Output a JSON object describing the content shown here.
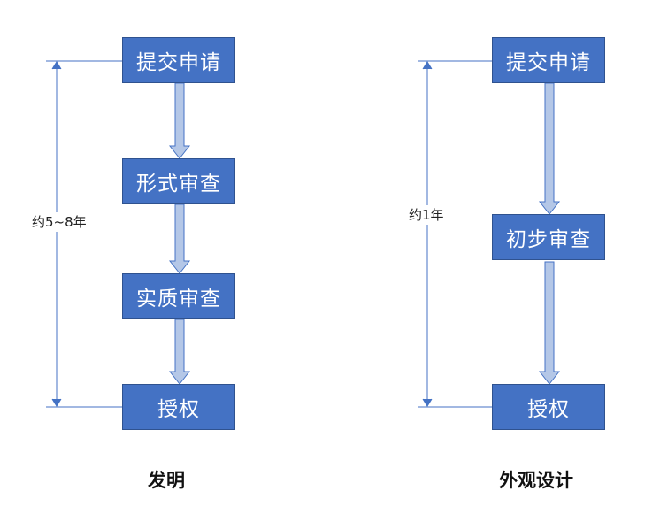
{
  "invention": {
    "steps": [
      "提交申请",
      "形式审查",
      "实质审查",
      "授权"
    ],
    "duration": "约5~8年",
    "caption": "发明"
  },
  "design": {
    "steps": [
      "提交申请",
      "初步审查",
      "授权"
    ],
    "duration": "约1年",
    "caption": "外观设计"
  },
  "colors": {
    "box_fill": "#4472C4",
    "box_border": "#2F528F",
    "arrow_fill": "#B4C7E7",
    "arrow_stroke": "#4472C4",
    "line": "#4472C4"
  }
}
